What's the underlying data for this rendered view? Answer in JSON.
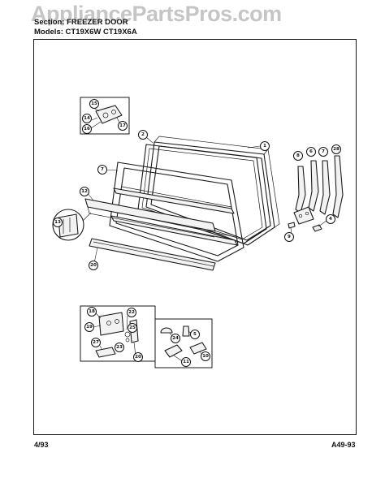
{
  "watermark": "AppliancePartsPros.com",
  "header": {
    "section_line": "Section: FREEZER DOOR",
    "models_line": "Models: CT19X6W CT19X6A"
  },
  "footer": {
    "date": "4/93",
    "page_code": "A49-93"
  },
  "callouts": {
    "outer_panel": "1",
    "gasket": "2",
    "inner_liner": "7",
    "hinge_cover_a": "6",
    "hinge_cover_b": "7",
    "handle_strip": "8",
    "handle": "28",
    "hinge_pin_top": "4",
    "screw_bottom": "9",
    "door_shelf": "12",
    "shelf_clip": "13",
    "shelf_bottom_rail": "20",
    "top_kit_washer": "15",
    "top_kit_screw": "14",
    "top_kit_bracket": "16",
    "top_kit_spacer": "17",
    "bot_kit_a_hinge": "18",
    "bot_kit_a_screw": "19",
    "bot_kit_a_nut": "22",
    "bot_kit_a_washer": "25",
    "bot_kit_a_spacer": "23",
    "bot_kit_a_plate": "27",
    "bot_kit_a_bracket": "20",
    "bot_kit_b_cap": "24",
    "bot_kit_b_screw": "5",
    "bot_kit_b_clip_a": "11",
    "bot_kit_b_clip_b": "10"
  }
}
